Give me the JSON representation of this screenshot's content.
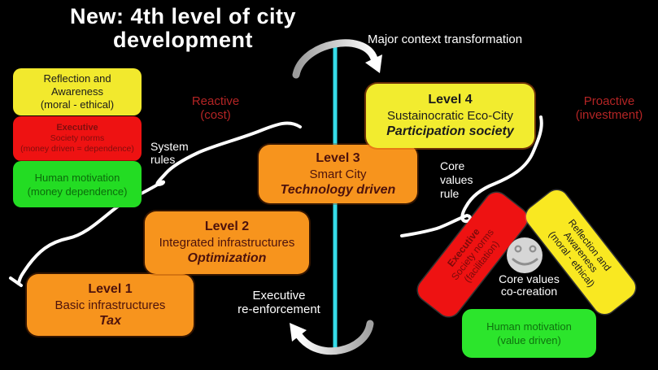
{
  "title": {
    "line1": "New: 4th level of city",
    "line2": "development"
  },
  "colors": {
    "background": "#000000",
    "accent_cyan": "#35dce8",
    "orange_box": "#f7941d",
    "yellow_box": "#f2e92d",
    "red_box": "#ee1212",
    "green_box": "#23dc23",
    "red_label_text": "#b32424",
    "white_label_text": "#ffffff"
  },
  "icons": {
    "smiley": "smiley-face-icon",
    "top_arrow": "curved-arrow-right-icon",
    "bottom_arrow": "curved-arrow-left-icon"
  },
  "annotations": {
    "major_context": "Major context transformation",
    "reactive": {
      "line1": "Reactive",
      "line2": "(cost)"
    },
    "proactive": {
      "line1": "Proactive",
      "line2": "(investment)"
    },
    "system_rules": {
      "line1": "System",
      "line2": "rules"
    },
    "core_values_rule": {
      "line1": "Core",
      "line2": "values",
      "line3": "rule"
    },
    "executive_reenforcement": {
      "line1": "Executive",
      "line2": "re-enforcement"
    },
    "core_values_cocreation": {
      "line1": "Core values",
      "line2": "co-creation"
    }
  },
  "left_stack": {
    "reflection": {
      "line1": "Reflection and",
      "line2": "Awareness",
      "line3": "(moral - ethical)"
    },
    "executive": {
      "line1": "Executive",
      "line2": "Society norms",
      "line3": "(money driven = dependence)"
    },
    "human": {
      "line1": "Human motivation",
      "line2": "(money dependence)"
    }
  },
  "levels": {
    "level1": {
      "name": "Level 1",
      "subtitle": "Basic infrastructures",
      "tagline": "Tax"
    },
    "level2": {
      "name": "Level 2",
      "subtitle": "Integrated infrastructures",
      "tagline": "Optimization"
    },
    "level3": {
      "name": "Level 3",
      "subtitle": "Smart City",
      "tagline": "Technology driven"
    },
    "level4": {
      "name": "Level 4",
      "subtitle": "Sustainocratic Eco-City",
      "tagline": "Participation society"
    }
  },
  "right_cluster": {
    "executive": {
      "line1": "Executive",
      "line2": "Society norms",
      "line3": "(facilitation)"
    },
    "reflection": {
      "line1": "Reflection and",
      "line2": "Awareness",
      "line3": "(moral - ethical)"
    },
    "human": {
      "line1": "Human motivation",
      "line2": "(value driven)"
    }
  }
}
